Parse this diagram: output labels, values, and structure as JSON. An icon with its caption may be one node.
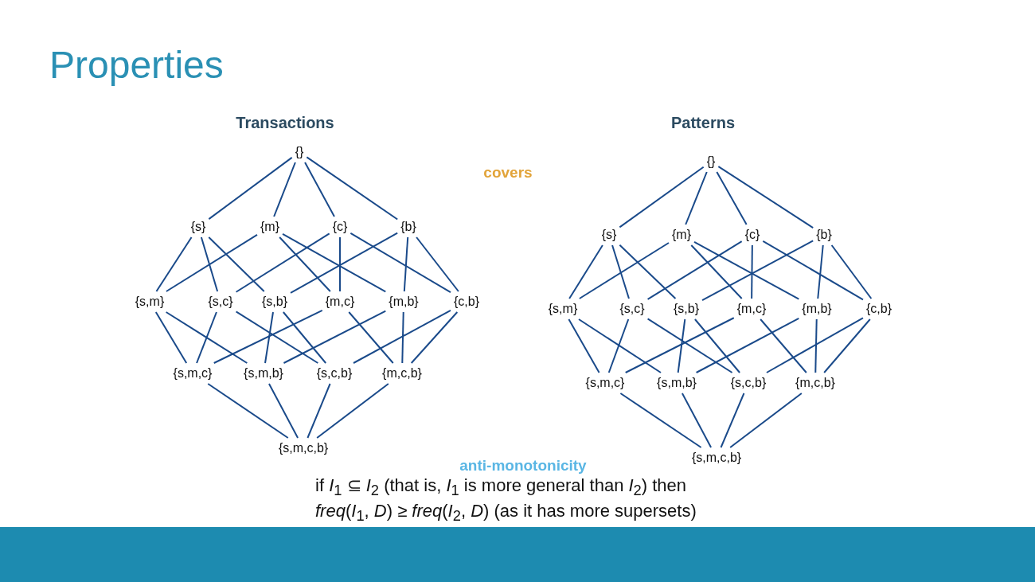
{
  "diagram": {
    "title": "Properties",
    "nodes": [
      {
        "text": [
          "{}"
        ]
      },
      {
        "text": [
          "{s}"
        ]
      },
      {
        "text": [
          "{m}"
        ]
      },
      {
        "text": [
          "{c}"
        ]
      },
      {
        "text": [
          "{b}"
        ]
      },
      {
        "text": [
          "{s,m}"
        ]
      },
      {
        "text": [
          "{s,c}"
        ]
      },
      {
        "text": [
          "{s,b}"
        ]
      },
      {
        "text": [
          "{m,c}"
        ]
      },
      {
        "text": [
          "{m,b}"
        ]
      },
      {
        "text": [
          "{c,b}"
        ]
      },
      {
        "text": [
          "{s,m,c}"
        ]
      },
      {
        "text": [
          "{s,m,b}"
        ]
      },
      {
        "text": [
          "{s,c,b}"
        ]
      },
      {
        "text": [
          "{m,c,b}"
        ]
      },
      {
        "text": [
          "{s,m,c,b}"
        ]
      },
      {
        "text": [
          "{}"
        ]
      },
      {
        "text": [
          "{s}"
        ]
      },
      {
        "text": [
          "{m}"
        ]
      },
      {
        "text": [
          "{c}"
        ]
      },
      {
        "text": [
          "{b}"
        ]
      },
      {
        "text": [
          "{s,m}"
        ]
      },
      {
        "text": [
          "{s,c}"
        ]
      },
      {
        "text": [
          "{s,b}"
        ]
      },
      {
        "text": [
          "{m,c}"
        ]
      },
      {
        "text": [
          "{m,b}"
        ]
      },
      {
        "text": [
          "{c,b}"
        ]
      },
      {
        "text": [
          "{s,m,c}"
        ]
      },
      {
        "text": [
          "{s,m,b}"
        ]
      },
      {
        "text": [
          "{s,c,b}"
        ]
      },
      {
        "text": [
          "{m,c,b}"
        ]
      },
      {
        "text": [
          "{s,m,c,b}"
        ]
      }
    ],
    "edges": [
      {
        "from": 0,
        "to": 1,
        "arrow": "none"
      },
      {
        "from": 0,
        "to": 2,
        "arrow": "none"
      },
      {
        "from": 0,
        "to": 3,
        "arrow": "none"
      },
      {
        "from": 0,
        "to": 4,
        "arrow": "none"
      },
      {
        "from": 1,
        "to": 5,
        "arrow": "none"
      },
      {
        "from": 1,
        "to": 6,
        "arrow": "none"
      },
      {
        "from": 1,
        "to": 7,
        "arrow": "none"
      },
      {
        "from": 2,
        "to": 5,
        "arrow": "none"
      },
      {
        "from": 2,
        "to": 8,
        "arrow": "none"
      },
      {
        "from": 2,
        "to": 9,
        "arrow": "none"
      },
      {
        "from": 3,
        "to": 6,
        "arrow": "none"
      },
      {
        "from": 3,
        "to": 8,
        "arrow": "none"
      },
      {
        "from": 3,
        "to": 10,
        "arrow": "none"
      },
      {
        "from": 4,
        "to": 7,
        "arrow": "none"
      },
      {
        "from": 4,
        "to": 9,
        "arrow": "none"
      },
      {
        "from": 4,
        "to": 10,
        "arrow": "none"
      },
      {
        "from": 5,
        "to": 11,
        "arrow": "none"
      },
      {
        "from": 5,
        "to": 12,
        "arrow": "none"
      },
      {
        "from": 6,
        "to": 11,
        "arrow": "none"
      },
      {
        "from": 6,
        "to": 13,
        "arrow": "none"
      },
      {
        "from": 7,
        "to": 12,
        "arrow": "none"
      },
      {
        "from": 7,
        "to": 13,
        "arrow": "none"
      },
      {
        "from": 8,
        "to": 11,
        "arrow": "none"
      },
      {
        "from": 8,
        "to": 14,
        "arrow": "none"
      },
      {
        "from": 9,
        "to": 12,
        "arrow": "none"
      },
      {
        "from": 9,
        "to": 14,
        "arrow": "none"
      },
      {
        "from": 10,
        "to": 13,
        "arrow": "none"
      },
      {
        "from": 10,
        "to": 14,
        "arrow": "none"
      },
      {
        "from": 11,
        "to": 15,
        "arrow": "none"
      },
      {
        "from": 12,
        "to": 15,
        "arrow": "none"
      },
      {
        "from": 13,
        "to": 15,
        "arrow": "none"
      },
      {
        "from": 14,
        "to": 15,
        "arrow": "none"
      },
      {
        "from": 16,
        "to": 17,
        "arrow": "none"
      },
      {
        "from": 16,
        "to": 18,
        "arrow": "none"
      },
      {
        "from": 16,
        "to": 19,
        "arrow": "none"
      },
      {
        "from": 16,
        "to": 20,
        "arrow": "none"
      },
      {
        "from": 17,
        "to": 21,
        "arrow": "none"
      },
      {
        "from": 17,
        "to": 22,
        "arrow": "none"
      },
      {
        "from": 17,
        "to": 23,
        "arrow": "none"
      },
      {
        "from": 18,
        "to": 21,
        "arrow": "none"
      },
      {
        "from": 18,
        "to": 24,
        "arrow": "none"
      },
      {
        "from": 18,
        "to": 25,
        "arrow": "none"
      },
      {
        "from": 19,
        "to": 22,
        "arrow": "none"
      },
      {
        "from": 19,
        "to": 24,
        "arrow": "none"
      },
      {
        "from": 19,
        "to": 26,
        "arrow": "none"
      },
      {
        "from": 20,
        "to": 23,
        "arrow": "none"
      },
      {
        "from": 20,
        "to": 25,
        "arrow": "none"
      },
      {
        "from": 20,
        "to": 26,
        "arrow": "none"
      },
      {
        "from": 21,
        "to": 27,
        "arrow": "none"
      },
      {
        "from": 21,
        "to": 28,
        "arrow": "none"
      },
      {
        "from": 22,
        "to": 27,
        "arrow": "none"
      },
      {
        "from": 22,
        "to": 29,
        "arrow": "none"
      },
      {
        "from": 23,
        "to": 28,
        "arrow": "none"
      },
      {
        "from": 23,
        "to": 29,
        "arrow": "none"
      },
      {
        "from": 24,
        "to": 27,
        "arrow": "none"
      },
      {
        "from": 24,
        "to": 30,
        "arrow": "none"
      },
      {
        "from": 25,
        "to": 28,
        "arrow": "none"
      },
      {
        "from": 25,
        "to": 30,
        "arrow": "none"
      },
      {
        "from": 26,
        "to": 29,
        "arrow": "none"
      },
      {
        "from": 26,
        "to": 30,
        "arrow": "none"
      },
      {
        "from": 27,
        "to": 31,
        "arrow": "none"
      },
      {
        "from": 28,
        "to": 31,
        "arrow": "none"
      },
      {
        "from": 29,
        "to": 31,
        "arrow": "none"
      },
      {
        "from": 30,
        "to": 31,
        "arrow": "none"
      }
    ],
    "labels": [
      "Transactions",
      "Patterns",
      "covers",
      "anti-monotonicity",
      "if *I*$_{1}$ ⊆ *I*$_{2}$ (that is, *I*$_{1}$ is more general than *I*$_{2}$) then",
      "*freq*(*I*$_{1}$, *D*) ≥ *freq*(*I*$_{2}$, *D*) (as it has more supersets)"
    ]
  }
}
